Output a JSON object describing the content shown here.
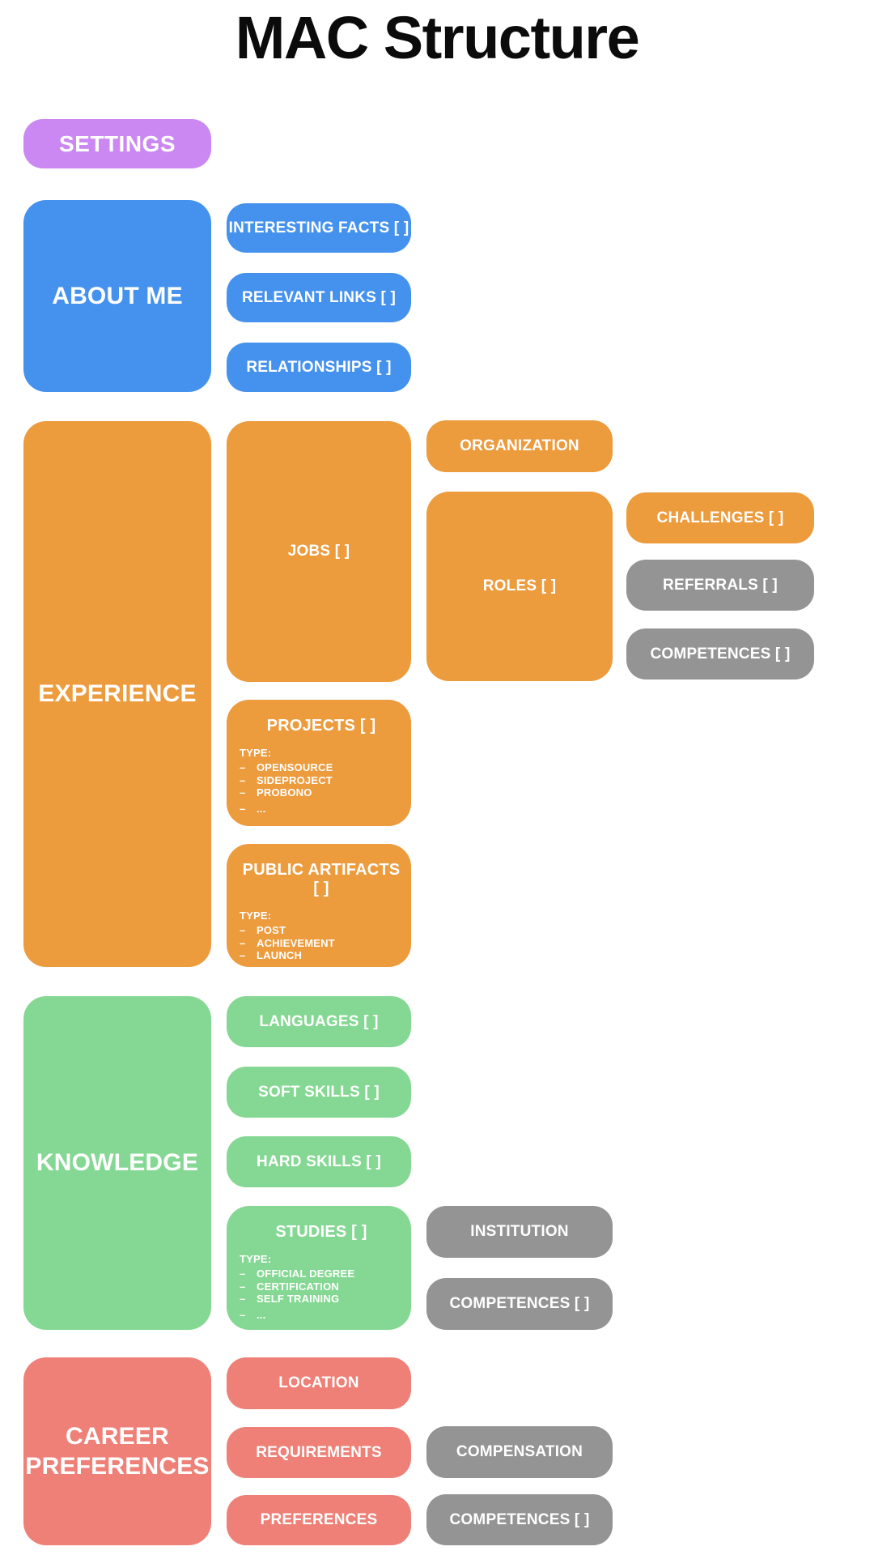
{
  "title": "MAC Structure",
  "bullet": "–",
  "palette": {
    "purple": "#cb88f2",
    "blue": "#4592ee",
    "orange": "#ec9b3d",
    "green": "#85d893",
    "red": "#ee8077",
    "gray": "#949494",
    "text_on_node": "#ffffff",
    "title_text": "#0b0b0c"
  },
  "settings": {
    "label": "SETTINGS"
  },
  "about": {
    "label": "ABOUT ME",
    "children": [
      "INTERESTING FACTS [ ]",
      "RELEVANT LINKS [ ]",
      "RELATIONSHIPS [ ]"
    ]
  },
  "experience": {
    "label": "EXPERIENCE",
    "jobs_label": "JOBS [ ]",
    "organization_label": "ORGANIZATION",
    "roles_label": "ROLES [ ]",
    "challenges_label": "CHALLENGES [ ]",
    "referrals_label": "REFERRALS [ ]",
    "competences_label": "COMPETENCES [ ]",
    "projects": {
      "label": "PROJECTS [ ]",
      "type_heading": "TYPE:",
      "types": [
        "OPENSOURCE",
        "SIDEPROJECT",
        "PROBONO",
        "..."
      ]
    },
    "public_artifacts": {
      "label": "PUBLIC ARTIFACTS [ ]",
      "type_heading": "TYPE:",
      "types": [
        "POST",
        "ACHIEVEMENT",
        "LAUNCH",
        "..."
      ]
    }
  },
  "knowledge": {
    "label": "KNOWLEDGE",
    "languages_label": "LANGUAGES [ ]",
    "soft_skills_label": "SOFT SKILLS [ ]",
    "hard_skills_label": "HARD SKILLS [ ]",
    "studies": {
      "label": "STUDIES [ ]",
      "type_heading": "TYPE:",
      "types": [
        "OFFICIAL DEGREE",
        "CERTIFICATION",
        "SELF TRAINING",
        "..."
      ]
    },
    "institution_label": "INSTITUTION",
    "competences_label": "COMPETENCES [ ]"
  },
  "career": {
    "label": "CAREER PREFERENCES",
    "location_label": "LOCATION",
    "requirements_label": "REQUIREMENTS",
    "preferences_label": "PREFERENCES",
    "compensation_label": "COMPENSATION",
    "competences_label": "COMPETENCES [ ]"
  }
}
